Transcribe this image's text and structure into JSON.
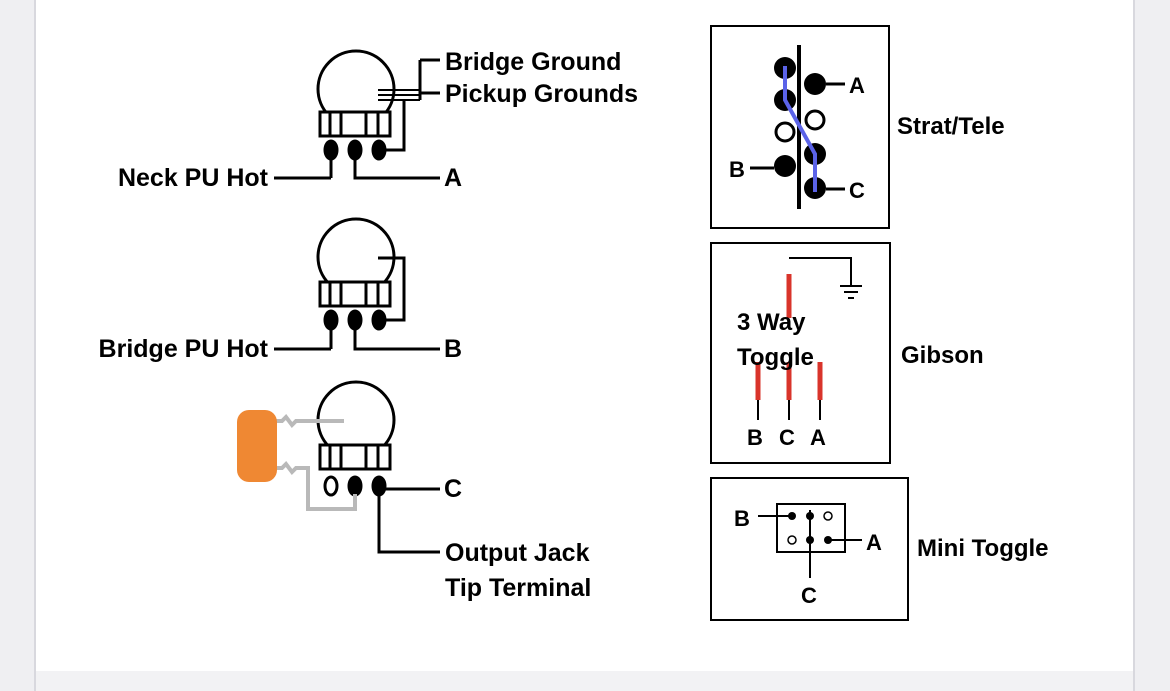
{
  "pots": {
    "neck": {
      "hot_label": "Neck PU Hot",
      "terminal": "A",
      "ground_labels": [
        "Bridge Ground",
        "Pickup Grounds"
      ]
    },
    "bridge": {
      "hot_label": "Bridge PU Hot",
      "terminal": "B"
    },
    "tone": {
      "terminal": "C",
      "output_labels": [
        "Output Jack",
        "Tip Terminal"
      ]
    }
  },
  "switches": {
    "strat": {
      "title": "Strat/Tele",
      "labels": [
        "A",
        "B",
        "C"
      ]
    },
    "gibson": {
      "title": "Gibson",
      "inner_label": [
        "3 Way",
        "Toggle"
      ],
      "terminals": [
        "B",
        "C",
        "A"
      ]
    },
    "mini": {
      "title": "Mini Toggle",
      "labels": [
        "B",
        "A",
        "C"
      ]
    }
  },
  "colors": {
    "wire": "#000000",
    "capacitor": "#ef8833",
    "cap_lead": "#b9b9b9",
    "strat_jumper": "#5b63e8",
    "gibson_lead": "#d9342b",
    "panel": "#ffffff",
    "background": "#e4e4e7"
  }
}
